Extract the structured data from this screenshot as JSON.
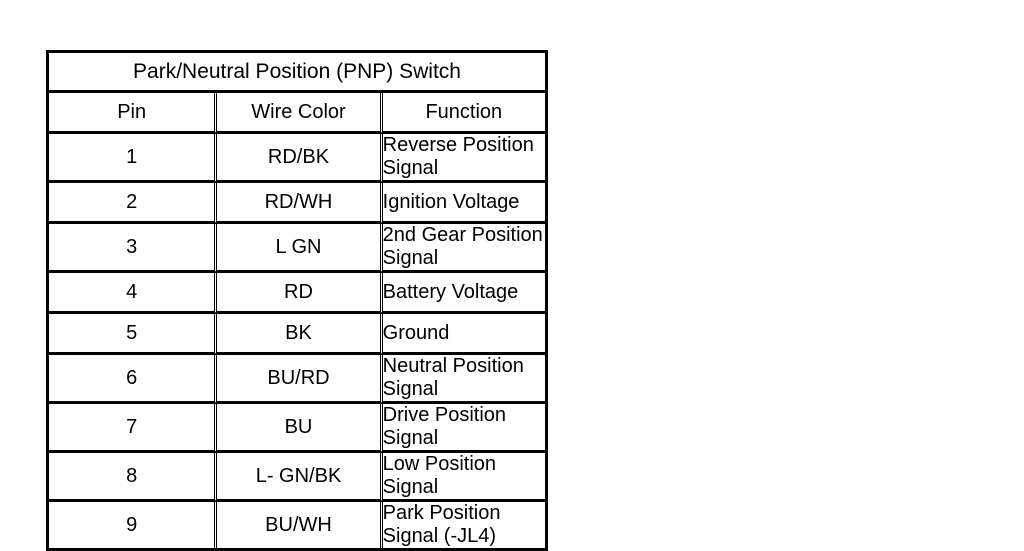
{
  "table": {
    "title": "Park/Neutral Position (PNP) Switch",
    "columns": {
      "pin": "Pin",
      "wire_color": "Wire Color",
      "function": "Function"
    },
    "rows": [
      {
        "pin": "1",
        "wire_color": "RD/BK",
        "function": "Reverse Position Signal"
      },
      {
        "pin": "2",
        "wire_color": "RD/WH",
        "function": "Ignition Voltage"
      },
      {
        "pin": "3",
        "wire_color": "L GN",
        "function": "2nd Gear Position Signal"
      },
      {
        "pin": "4",
        "wire_color": "RD",
        "function": "Battery Voltage"
      },
      {
        "pin": "5",
        "wire_color": "BK",
        "function": "Ground"
      },
      {
        "pin": "6",
        "wire_color": "BU/RD",
        "function": "Neutral Position Signal"
      },
      {
        "pin": "7",
        "wire_color": "BU",
        "function": "Drive Position Signal"
      },
      {
        "pin": "8",
        "wire_color": "L- GN/BK",
        "function": "Low Position Signal"
      },
      {
        "pin": "9",
        "wire_color": "BU/WH",
        "function": "Park Position Signal (-JL4)"
      }
    ]
  },
  "colors": {
    "background": "#ffffff",
    "text": "#000000",
    "border": "#000000"
  }
}
